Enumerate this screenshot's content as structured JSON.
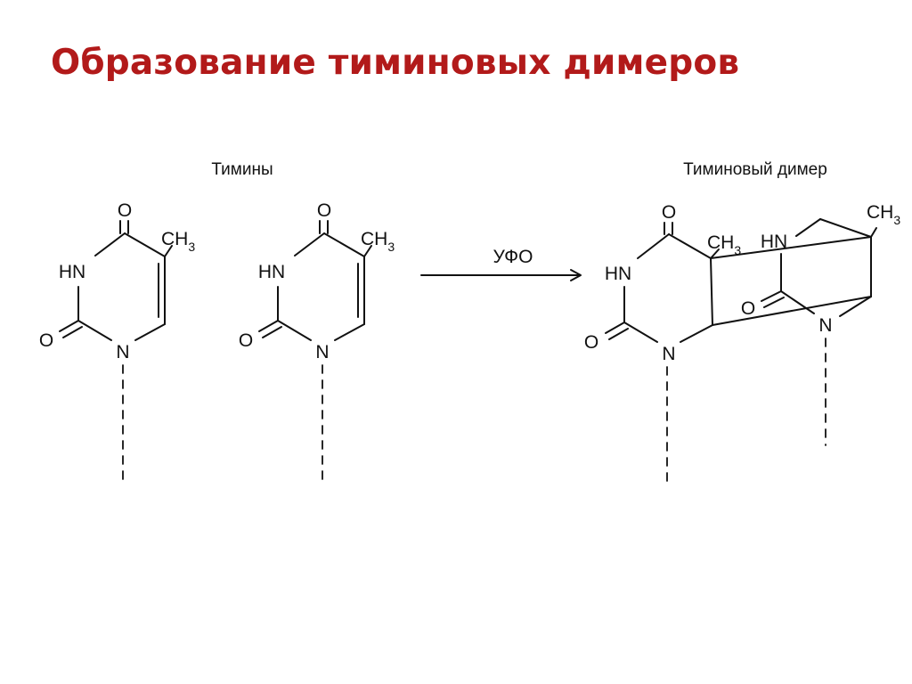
{
  "slide": {
    "title": "Образование тиминовых димеров",
    "title_color": "#b21a1a"
  },
  "captions": {
    "left": "Тимины",
    "right": "Тиминовый димер",
    "arrow": "УФО"
  },
  "atoms": {
    "oxygen": "O",
    "imino": "HN",
    "nitrogen": "N",
    "methyl_base": "CH",
    "methyl_sub": "3"
  }
}
